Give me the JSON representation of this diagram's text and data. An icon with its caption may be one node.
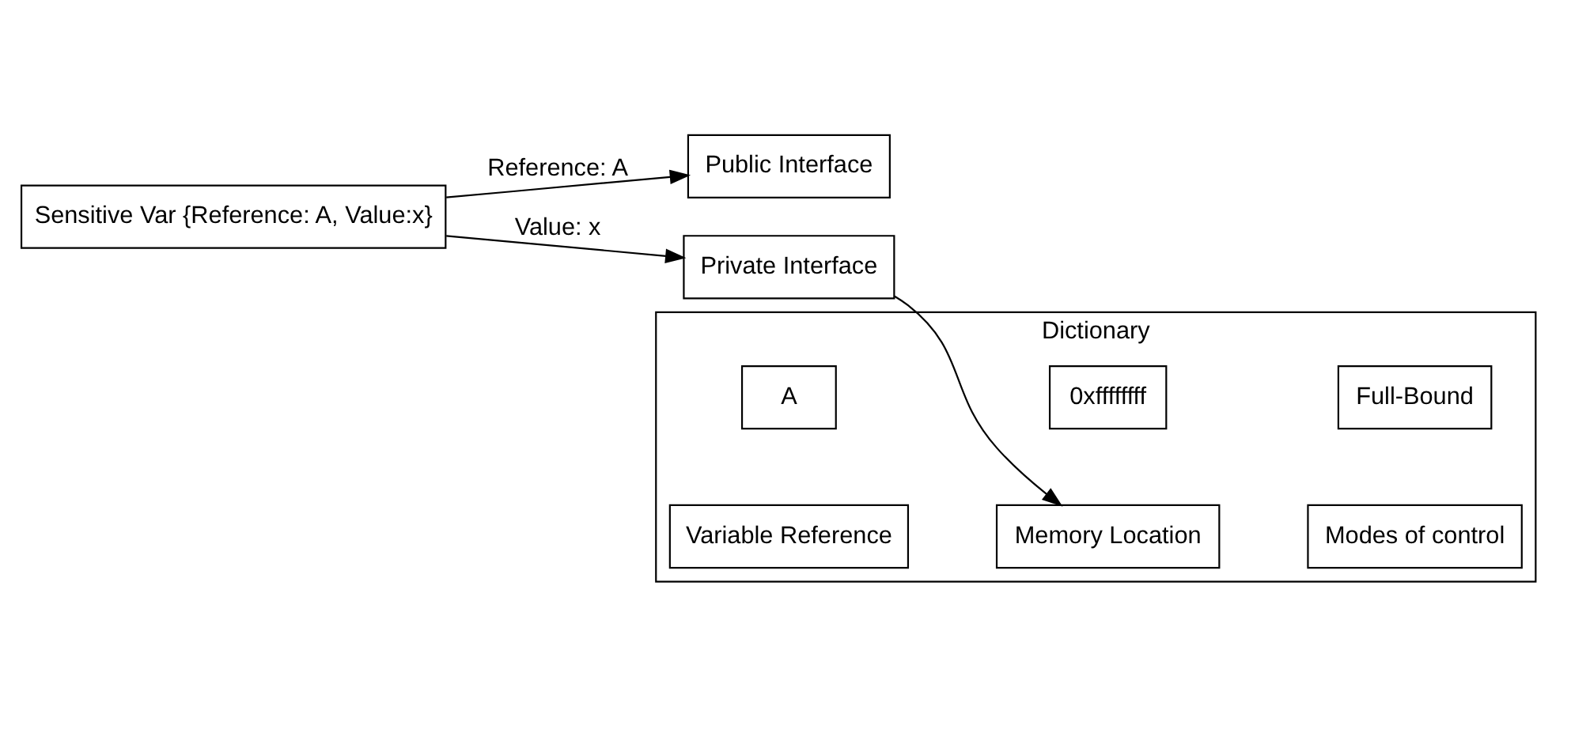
{
  "diagram": {
    "nodes": [
      {
        "text": [
          "Sensitive Var {Reference: A, Value:x}"
        ]
      },
      {
        "text": [
          "Public Interface"
        ]
      },
      {
        "text": [
          "Private Interface"
        ]
      },
      {
        "text": [
          "Dictionary"
        ]
      },
      {
        "text": [
          "Variable Reference"
        ],
        "in": 3
      },
      {
        "text": [
          "Memory Location"
        ],
        "in": 3
      },
      {
        "text": [
          "Modes of control"
        ],
        "in": 3
      },
      {
        "text": [
          "A"
        ],
        "in": 3
      },
      {
        "text": [
          "0xffffffff"
        ],
        "in": 3
      },
      {
        "text": [
          "Full-Bound"
        ],
        "in": 3
      }
    ],
    "edges": [
      {
        "from": 0,
        "to": 1,
        "arrow": "to",
        "label": "Reference: A"
      },
      {
        "from": 0,
        "to": 2,
        "arrow": "to",
        "label": "Value: x"
      },
      {
        "from": 2,
        "to": 5,
        "arrow": "to"
      }
    ]
  }
}
